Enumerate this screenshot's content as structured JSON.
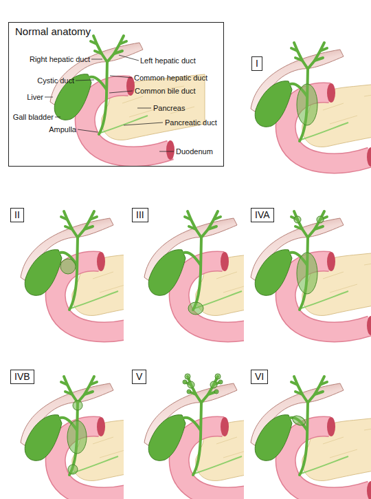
{
  "diagram": {
    "nodes": [
      {
        "text": [
          "Normal anatomy"
        ]
      },
      {
        "text": [
          "I"
        ]
      },
      {
        "text": [
          "II"
        ]
      },
      {
        "text": [
          "III"
        ]
      },
      {
        "text": [
          "IVA"
        ]
      },
      {
        "text": [
          "IVB"
        ]
      },
      {
        "text": [
          "V"
        ]
      },
      {
        "text": [
          "VI"
        ]
      }
    ],
    "labels": [
      "Right hepatic duct",
      "Left hepatic duct",
      "Cystic duct",
      "Common hepatic duct",
      "Common bile duct",
      "Liver",
      "Pancreas",
      "Gall bladder",
      "Pancreatic duct",
      "Ampulla",
      "Duodenum"
    ]
  }
}
